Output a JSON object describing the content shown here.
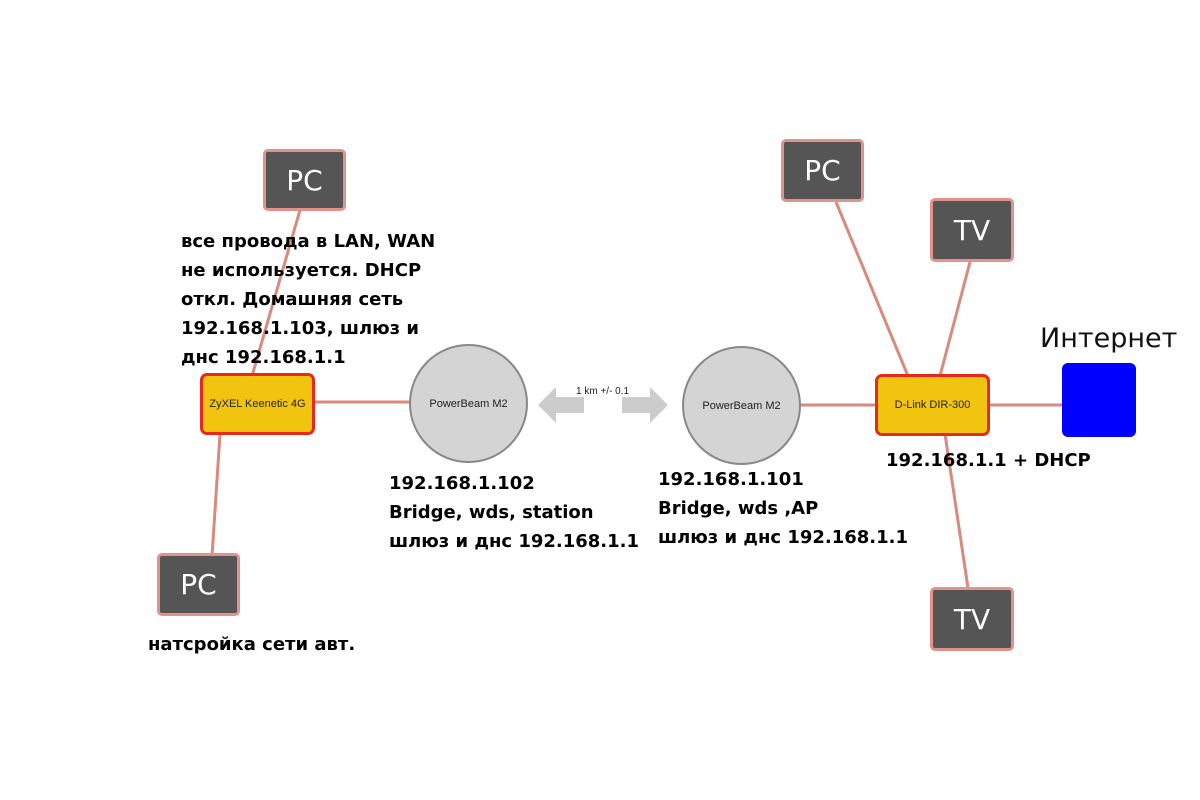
{
  "nodes": {
    "pc_left_top": "PC",
    "pc_left_bottom": "PC",
    "zyxel": "ZyXEL Keenetic 4G",
    "powerbeam_left": "PowerBeam M2",
    "powerbeam_right": "PowerBeam M2",
    "dlink": "D-Link DIR-300",
    "pc_right": "PC",
    "tv_top": "TV",
    "tv_bottom": "TV",
    "internet": "Интернет"
  },
  "link_label": "1 km +/- 0.1",
  "notes": {
    "zyxel": "все провода в LAN, WAN\nне используется. DHCP\nоткл. Домашняя сеть\n192.168.1.103, шлюз и\nднс 192.168.1.1",
    "pc_left_bottom": "натсройка сети авт.",
    "powerbeam_left": "192.168.1.102\nBridge, wds, station\nшлюз и днс 192.168.1.1",
    "powerbeam_right": "192.168.1.101\nBridge, wds ,AP\nшлюз и днс 192.168.1.1",
    "dlink": "192.168.1.1 + DHCP"
  },
  "colors": {
    "line": "#d88a7c",
    "pc_fill": "#555555",
    "pc_border": "#e0938a",
    "router_fill": "#f1c40f",
    "router_border": "#e8281c",
    "powerbeam_fill": "#d4d4d4",
    "internet_fill": "#0000ff",
    "arrow": "#cccccc"
  }
}
